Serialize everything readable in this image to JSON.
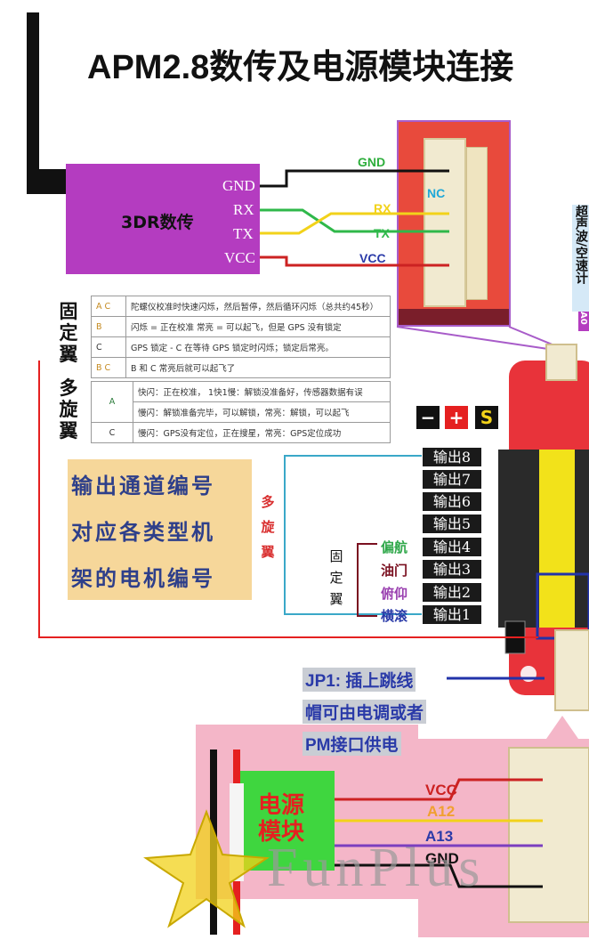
{
  "title": "APM2.8数传及电源模块连接",
  "radio": {
    "name": "3DR数传",
    "pins": [
      "GND",
      "RX",
      "TX",
      "VCC"
    ]
  },
  "wire_labels": {
    "gnd": "GND",
    "nc": "NC",
    "rx": "RX",
    "tx": "TX",
    "vcc": "VCC"
  },
  "side_label": "超声波/空速计",
  "side_tag": "A0",
  "fixed_wing_label": "固定翼",
  "multirotor_label": "多旋翼",
  "led_fixed": [
    {
      "code": "A C",
      "desc": "陀螺仪校准时快速闪烁，然后暂停，然后循环闪烁（总共约45秒）"
    },
    {
      "code": "B",
      "desc": "闪烁 = 正在校准  常亮 = 可以起飞，但是 GPS 没有锁定"
    },
    {
      "code": "C",
      "desc": "GPS 锁定 - C 在等待 GPS 锁定时闪烁；锁定后常亮。"
    },
    {
      "code": "B C",
      "desc": "B 和 C 常亮后就可以起飞了"
    }
  ],
  "led_multi": [
    {
      "code": "A",
      "desc": "快闪：正在校准，   1快1慢：解锁没准备好，传感器数据有误"
    },
    {
      "code": "",
      "desc": "慢闪：解锁准备完毕，可以解锁，常亮：解锁，可以起飞"
    },
    {
      "code": "C",
      "desc": "慢闪：GPS没有定位，正在搜星，常亮：GPS定位成功"
    }
  ],
  "power_signs": [
    "−",
    "+",
    "S"
  ],
  "yellow_box": [
    "输出通道编号",
    "对应各类型机",
    "架的电机编号"
  ],
  "multi_vertical": "多旋翼",
  "fixed_vertical": "固定翼",
  "outputs": [
    "输出8",
    "输出7",
    "输出6",
    "输出5",
    "输出4",
    "输出3",
    "输出2",
    "输出1"
  ],
  "functions": [
    "偏航",
    "油门",
    "俯仰",
    "横滚"
  ],
  "jp1": [
    "JP1:   插上跳线",
    "帽可由电调或者",
    "PM接口供电"
  ],
  "power_module": {
    "name_line1": "电源",
    "name_line2": "模块"
  },
  "pm_pins": [
    "VCC",
    "A12",
    "A13",
    "GND"
  ],
  "watermark": "FunPlus",
  "colors": {
    "radio": "#b43cc0",
    "board": "#e8333a",
    "power_module": "#3fd63f",
    "pink": "#f4b6c8",
    "wire_green": "#2fb84a",
    "wire_yellow": "#f2d21a",
    "wire_red": "#cc2222",
    "gnd_text": "#2eae3c",
    "nc_text": "#1fa8d8",
    "vcc_text": "#2a3aa8"
  }
}
